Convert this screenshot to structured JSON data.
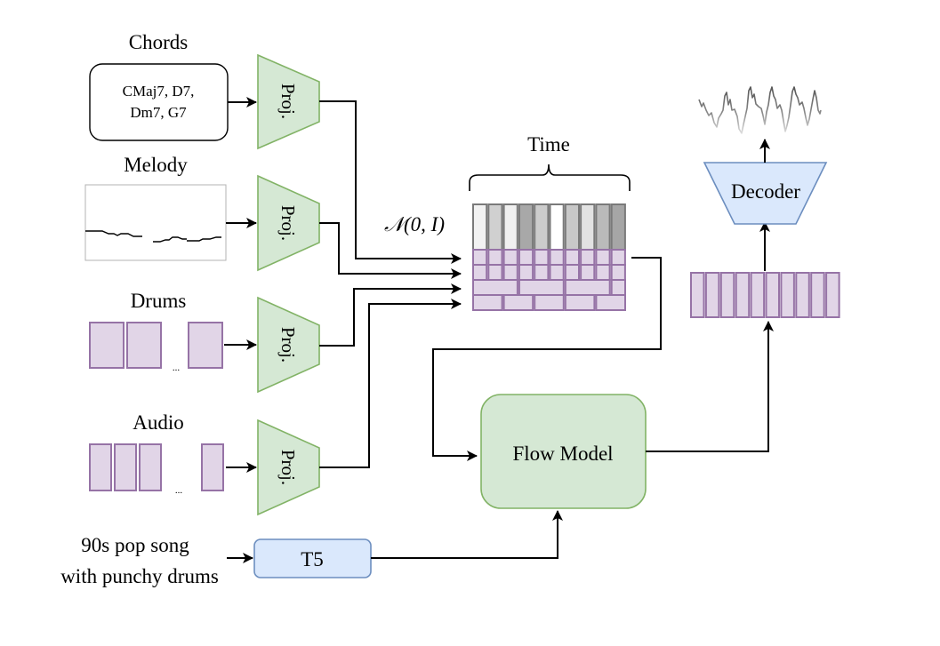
{
  "inputs": {
    "chords": {
      "title": "Chords",
      "content_line1": "CMaj7, D7,",
      "content_line2": "Dm7, G7"
    },
    "melody": {
      "title": "Melody"
    },
    "drums": {
      "title": "Drums",
      "ellipsis": "..."
    },
    "audio": {
      "title": "Audio",
      "ellipsis": "..."
    },
    "text_prompt": {
      "line1": "90s pop song",
      "line2": "with punchy drums"
    }
  },
  "projection_label": "Proj.",
  "latent": {
    "time_label": "Time",
    "noise_label": "𝒩(0, I)",
    "noise_column_fills": [
      "#f2f2f2",
      "#d0d0d0",
      "#f0f0f0",
      "#a8a8a8",
      "#cccccc",
      "#ffffff",
      "#c8c8c8",
      "#e2e2e2",
      "#bababa",
      "#a6a6a6"
    ]
  },
  "text_encoder": {
    "label": "T5"
  },
  "flow_model": {
    "label": "Flow Model"
  },
  "decoder": {
    "label": "Decoder"
  },
  "colors": {
    "green_fill": "#d5e8d4",
    "green_stroke": "#82b366",
    "purple_fill": "#e1d5e7",
    "purple_stroke": "#9673a6",
    "blue_fill": "#dae8fc",
    "blue_stroke": "#6c8ebf"
  }
}
